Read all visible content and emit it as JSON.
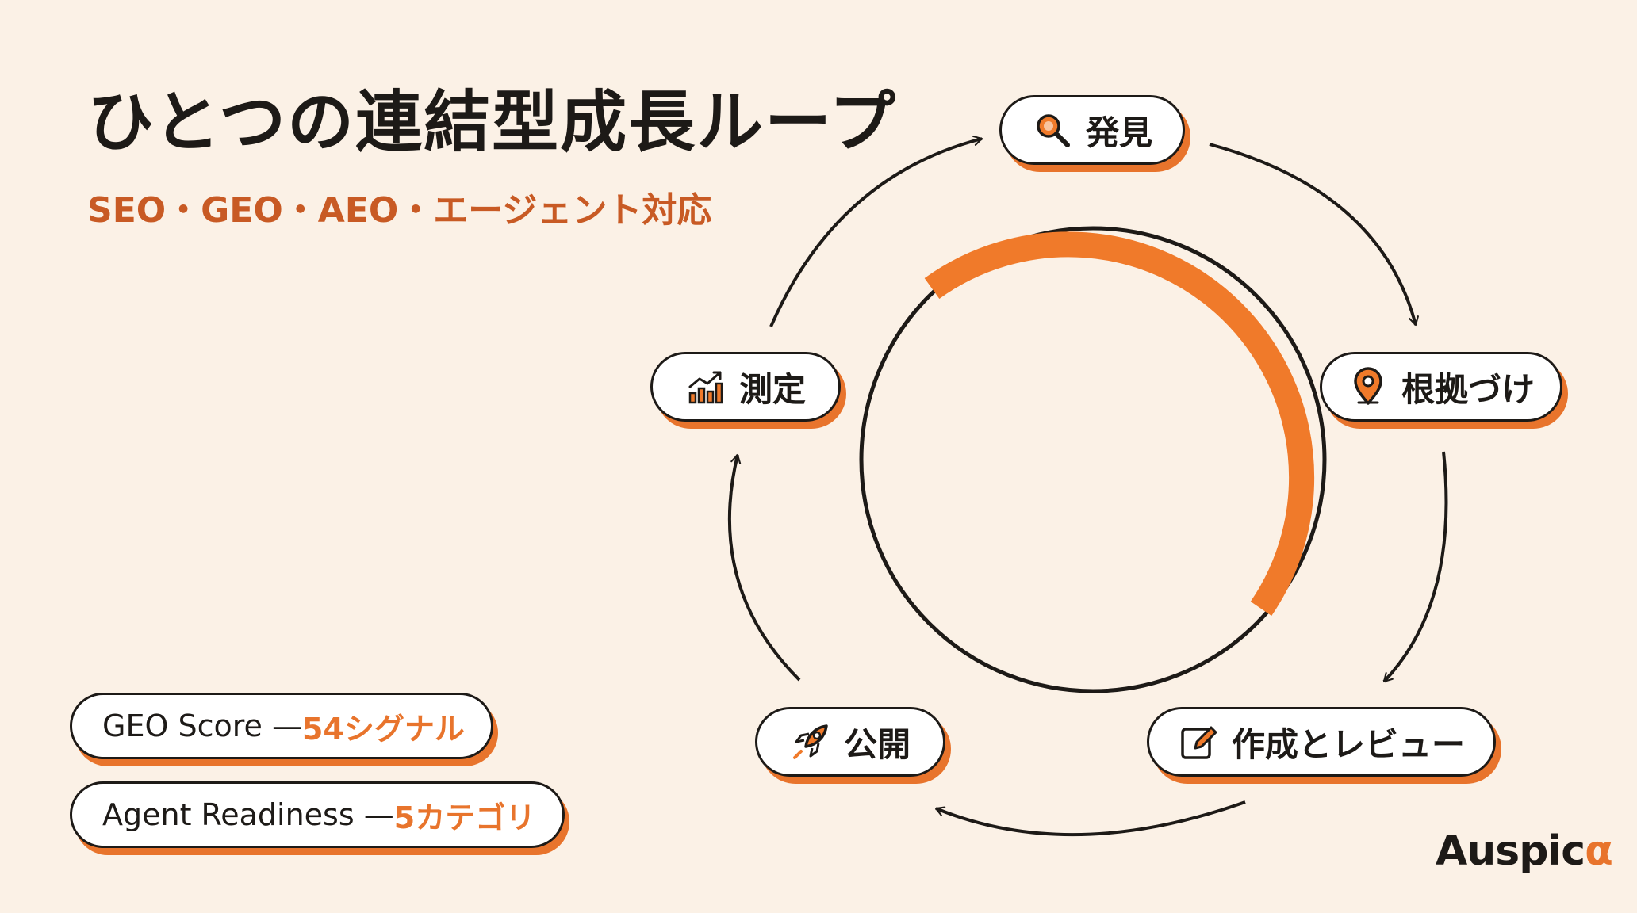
{
  "title": "ひとつの連結型成長ループ",
  "subtitle": "SEO・GEO・AEO・エージェント対応",
  "steps": [
    {
      "label": "発見",
      "icon": "magnifier-icon"
    },
    {
      "label": "根拠づけ",
      "icon": "map-pin-icon"
    },
    {
      "label": "作成とレビュー",
      "icon": "edit-document-icon"
    },
    {
      "label": "公開",
      "icon": "rocket-icon"
    },
    {
      "label": "測定",
      "icon": "growth-chart-icon"
    }
  ],
  "stats": [
    {
      "label": "GEO Score — ",
      "value": "54シグナル"
    },
    {
      "label": "Agent Readiness — ",
      "value": "5カテゴリ"
    }
  ],
  "logo": {
    "text": "Auspic",
    "mark": "α"
  },
  "colors": {
    "background": "#fbf1e6",
    "accent": "#e8742c",
    "subtitle": "#c85a24",
    "ink": "#1d1a17"
  }
}
